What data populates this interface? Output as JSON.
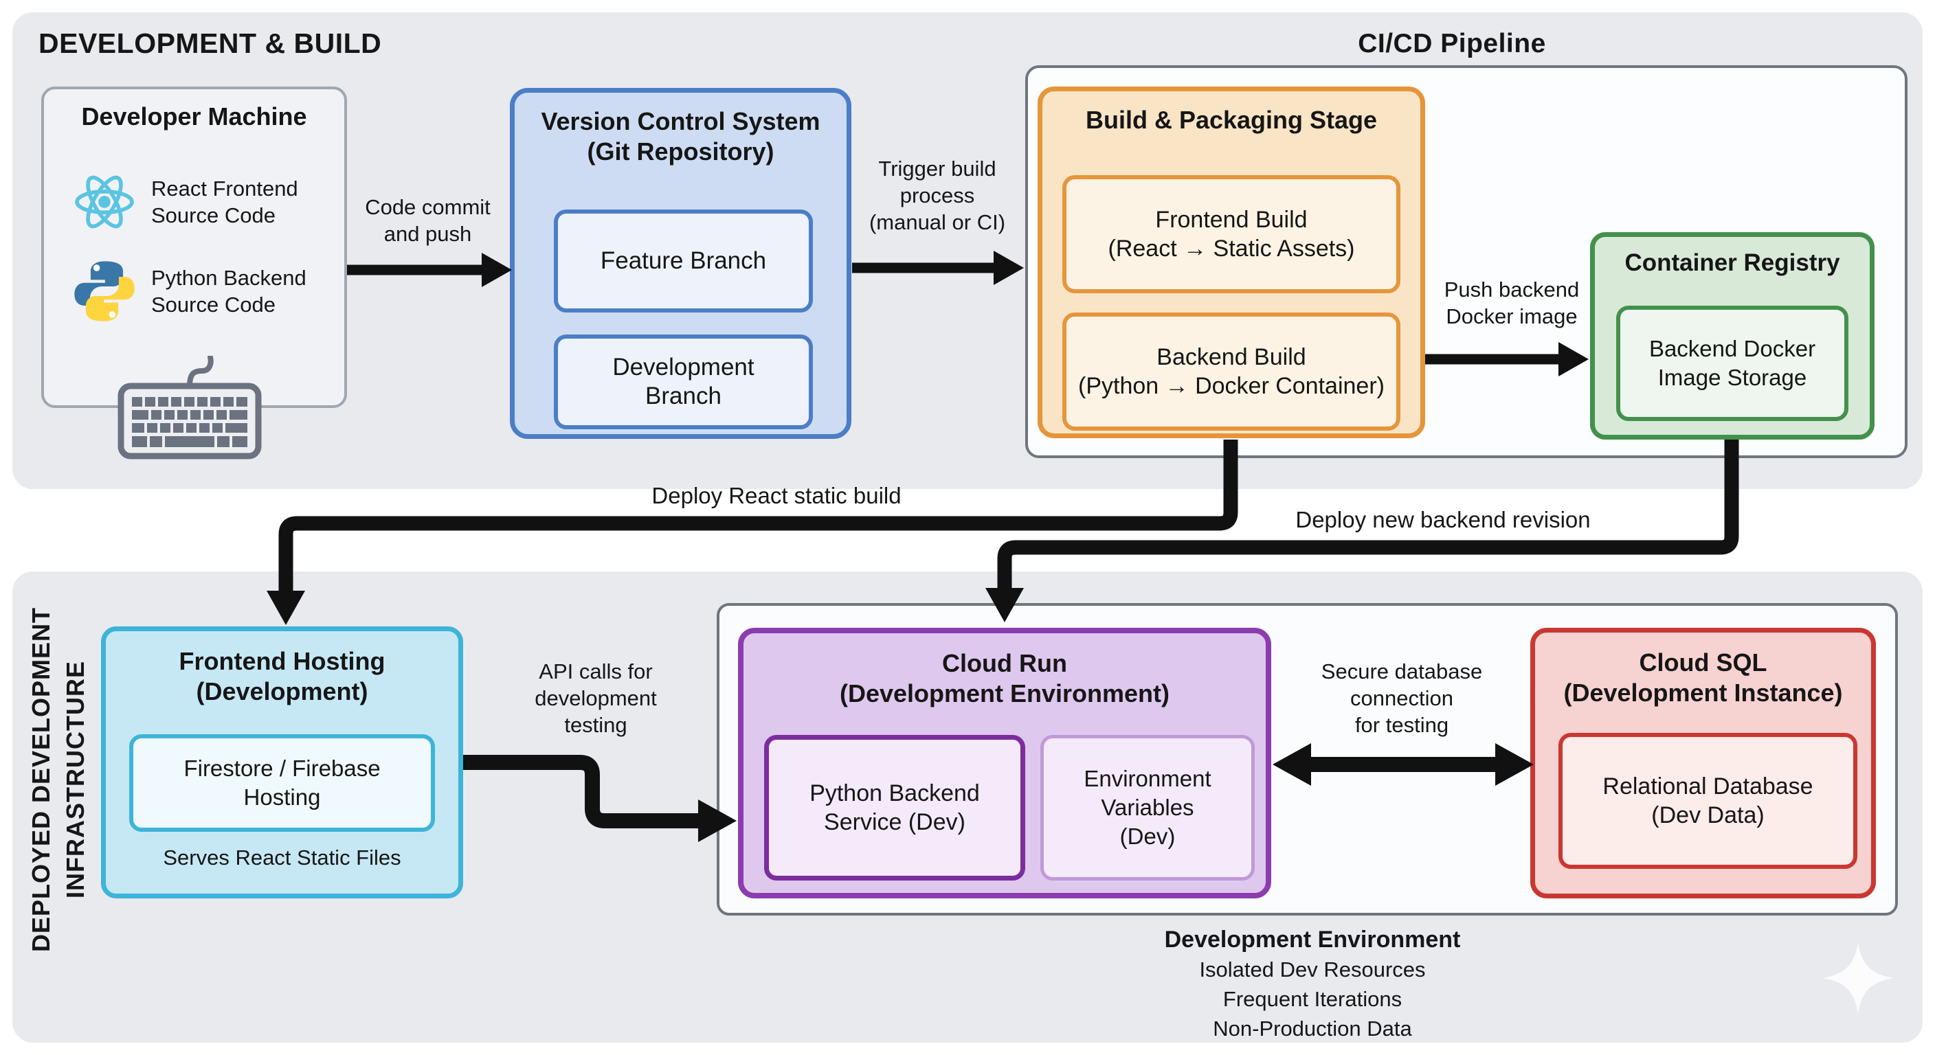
{
  "sections": {
    "development_build": "DEVELOPMENT & BUILD",
    "cicd_pipeline": "CI/CD Pipeline",
    "deployed_infrastructure": "DEPLOYED DEVELOPMENT\nINFRASTRUCTURE"
  },
  "developer_machine": {
    "title": "Developer Machine",
    "react_label": "React Frontend\nSource Code",
    "python_label": "Python Backend\nSource Code"
  },
  "vcs": {
    "title": "Version Control System\n(Git Repository)",
    "feature_branch": "Feature Branch",
    "development_branch": "Development\nBranch"
  },
  "build_stage": {
    "title": "Build & Packaging Stage",
    "frontend_build": "Frontend Build\n(React → Static Assets)",
    "backend_build": "Backend Build\n(Python → Docker Container)"
  },
  "container_registry": {
    "title": "Container Registry",
    "storage": "Backend Docker\nImage Storage"
  },
  "frontend_hosting": {
    "title": "Frontend Hosting\n(Development)",
    "service": "Firestore / Firebase\nHosting",
    "caption": "Serves React Static Files"
  },
  "cloud_run": {
    "title": "Cloud Run\n(Development Environment)",
    "backend_service": "Python Backend\nService (Dev)",
    "env_vars": "Environment\nVariables\n(Dev)"
  },
  "cloud_sql": {
    "title": "Cloud SQL\n(Development Instance)",
    "database": "Relational Database\n(Dev Data)"
  },
  "edges": {
    "code_commit": "Code commit\nand push",
    "trigger_build": "Trigger build\nprocess\n(manual or CI)",
    "push_image": "Push backend\nDocker image",
    "deploy_react": "Deploy React static build",
    "deploy_backend": "Deploy new backend revision",
    "api_calls": "API calls for\ndevelopment\ntesting",
    "secure_db": "Secure database\nconnection\nfor testing"
  },
  "environment_notes": {
    "title": "Development Environment",
    "items": [
      "Isolated Dev Resources",
      "Frequent Iterations",
      "Non-Production Data"
    ]
  },
  "icons": {
    "developer_frontend": "react-icon",
    "developer_backend": "python-icon",
    "developer_input": "keyboard-icon",
    "decoration": "sparkle-icon"
  },
  "colors": {
    "panel_bg": "#e8eaee",
    "vcs_accent": "#4b7ec6",
    "build_accent": "#e6953b",
    "registry_accent": "#43914c",
    "hosting_accent": "#3db4d8",
    "cloud_run_accent": "#8b3cae",
    "cloud_sql_accent": "#ca3732",
    "arrow": "#111111",
    "react_brand": "#5bc4e2",
    "python_blue": "#3a77a8",
    "python_yellow": "#fed43f"
  }
}
